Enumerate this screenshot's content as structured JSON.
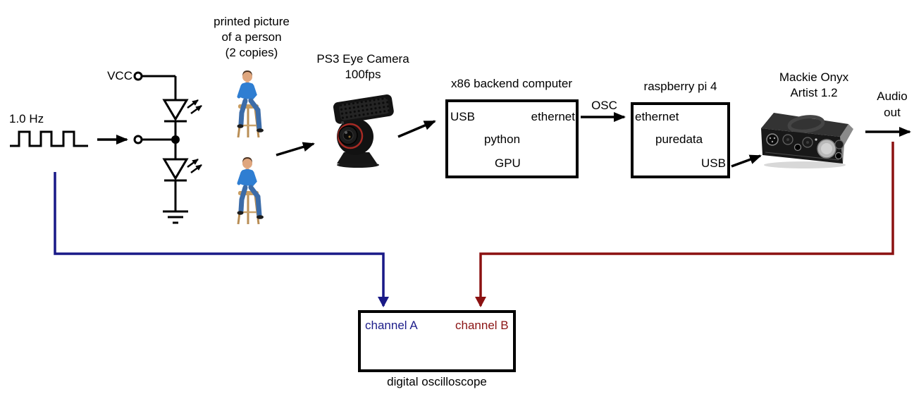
{
  "colors": {
    "channel_a_line": "#191987",
    "channel_b_line": "#8b1111",
    "channel_a_text": "#1d1d8a",
    "channel_b_text": "#8b1414",
    "diagram_line": "#000000"
  },
  "signal_source": {
    "label": "1.0 Hz"
  },
  "led_circuit": {
    "vcc_label": "VCC"
  },
  "printed_picture": {
    "line1": "printed picture",
    "line2": "of a person",
    "line3": "(2 copies)"
  },
  "camera": {
    "line1": "PS3 Eye Camera",
    "line2": "100fps"
  },
  "backend_computer": {
    "title": "x86 backend computer",
    "usb": "USB",
    "ethernet": "ethernet",
    "python": "python",
    "gpu": "GPU"
  },
  "osc_link": {
    "label": "OSC"
  },
  "raspberry_pi": {
    "title": "raspberry pi 4",
    "ethernet": "ethernet",
    "puredata": "puredata",
    "usb": "USB"
  },
  "audio_interface": {
    "line1": "Mackie Onyx",
    "line2": "Artist 1.2"
  },
  "audio_out": {
    "line1": "Audio",
    "line2": "out"
  },
  "oscilloscope": {
    "channel_a": "channel A",
    "channel_b": "channel B",
    "title": "digital oscilloscope"
  }
}
